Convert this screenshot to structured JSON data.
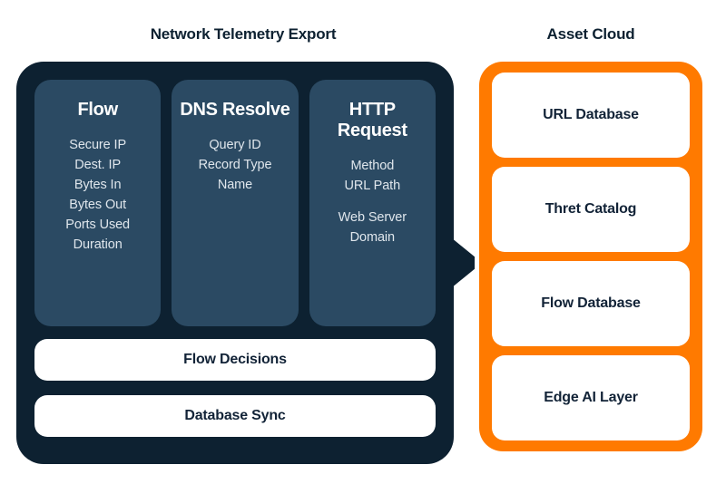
{
  "left_panel": {
    "title": "Network Telemetry Export",
    "cards": [
      {
        "title": "Flow",
        "items": [
          {
            "label": "Secure IP",
            "spaced": false
          },
          {
            "label": "Dest. IP",
            "spaced": false
          },
          {
            "label": "Bytes In",
            "spaced": false
          },
          {
            "label": "Bytes Out",
            "spaced": false
          },
          {
            "label": "Ports Used",
            "spaced": false
          },
          {
            "label": "Duration",
            "spaced": false
          }
        ]
      },
      {
        "title": "DNS Resolve",
        "items": [
          {
            "label": "Query ID",
            "spaced": false
          },
          {
            "label": "Record Type",
            "spaced": false
          },
          {
            "label": "Name",
            "spaced": false
          }
        ]
      },
      {
        "title": "HTTP Request",
        "items": [
          {
            "label": "Method",
            "spaced": false
          },
          {
            "label": "URL Path",
            "spaced": false
          },
          {
            "label": "Web Server Domain",
            "spaced": true
          }
        ]
      }
    ],
    "pills": [
      "Flow Decisions",
      "Database Sync"
    ]
  },
  "right_panel": {
    "title": "Asset Cloud",
    "cards": [
      "URL Database",
      "Thret Catalog",
      "Flow Database",
      "Edge AI Layer"
    ]
  },
  "colors": {
    "panel_dark": "#0d2131",
    "card_slate": "#2b4a63",
    "accent_orange": "#ff7a00",
    "card_white": "#ffffff",
    "text_dark": "#122337",
    "text_light": "#dfe6ec",
    "background": "#ffffff"
  },
  "connector": {
    "name": "arrow-right",
    "direction": "left-to-right"
  }
}
